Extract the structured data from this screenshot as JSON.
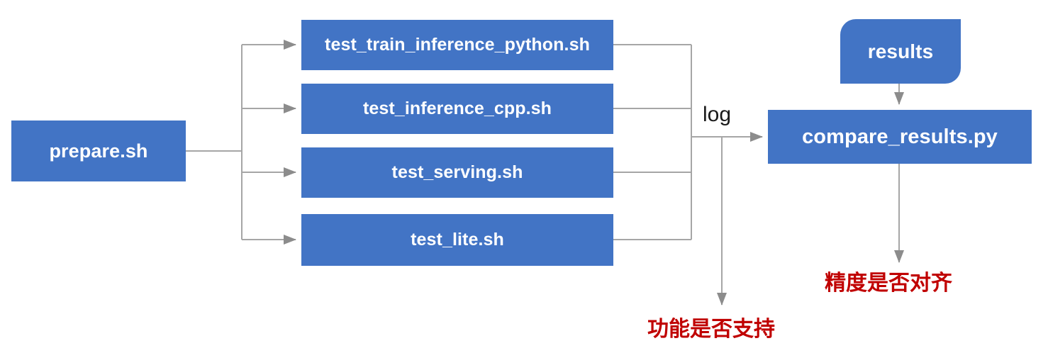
{
  "diagram": {
    "title": "Test Pipeline Flow Diagram",
    "colors": {
      "node_fill": "#4274C5",
      "node_text": "#FFFFFF",
      "edge": "#A6A6A6",
      "annotation_red": "#C00000",
      "label_text": "#1A1A1A",
      "background": "#FFFFFF"
    }
  },
  "nodes": {
    "prepare": {
      "label": "prepare.sh"
    },
    "test_train_inference_python": {
      "label": "test_train_inference_python.sh"
    },
    "test_inference_cpp": {
      "label": "test_inference_cpp.sh"
    },
    "test_serving": {
      "label": "test_serving.sh"
    },
    "test_lite": {
      "label": "test_lite.sh"
    },
    "results": {
      "label": "results"
    },
    "compare_results": {
      "label": "compare_results.py"
    }
  },
  "edge_labels": {
    "log": "log"
  },
  "annotations": {
    "function_supported": "功能是否支持",
    "precision_aligned": "精度是否对齐"
  }
}
